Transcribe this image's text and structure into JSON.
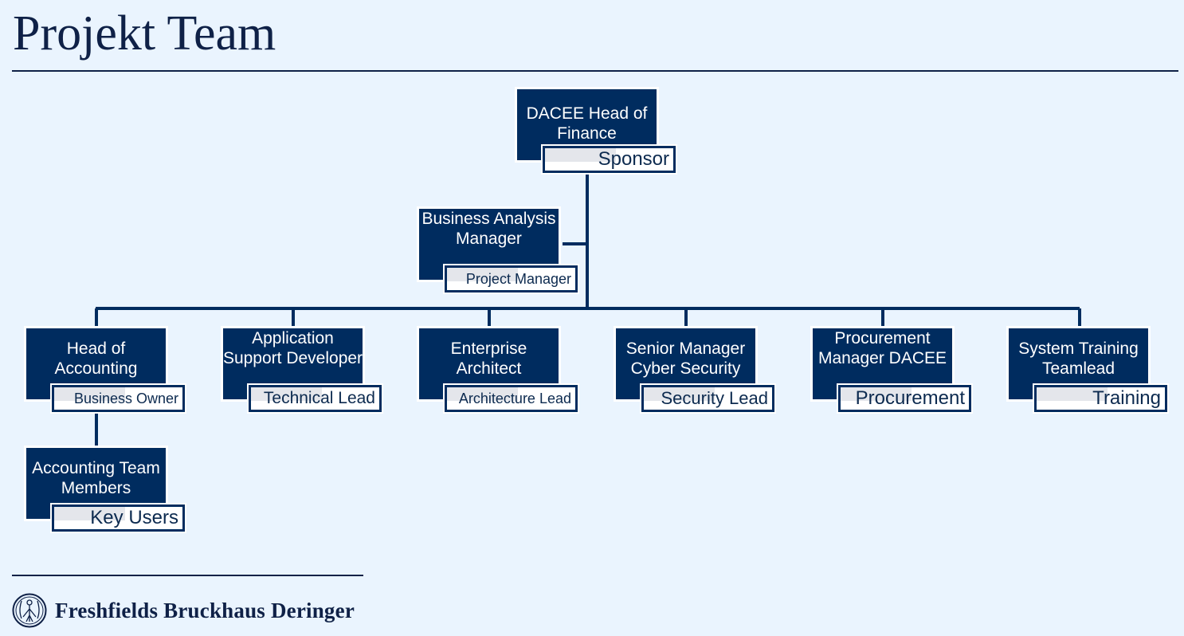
{
  "page": {
    "title": "Projekt Team",
    "logo_text": "Freshfields Bruckhaus Deringer"
  },
  "colors": {
    "background": "#EAF4FE",
    "box_fill": "#002C5F",
    "line": "#002C5F",
    "title": "#0F2147"
  },
  "org_chart": {
    "sponsor": {
      "name": "DACEE Head of Finance",
      "role": "Sponsor"
    },
    "assistant": {
      "name": "Business Analysis Manager",
      "role": "Project Manager"
    },
    "leads": [
      {
        "name": "Head of Accounting",
        "role": "Business Owner"
      },
      {
        "name": "Application Support Developer",
        "role": "Technical Lead"
      },
      {
        "name": "Enterprise Architect",
        "role": "Architecture Lead"
      },
      {
        "name": "Senior Manager Cyber Security",
        "role": "Security Lead"
      },
      {
        "name": "Procurement Manager DACEE",
        "role": "Procurement"
      },
      {
        "name": "System Training Teamlead",
        "role": "Training"
      }
    ],
    "sub": {
      "name": "Accounting Team Members",
      "role": "Key Users"
    }
  }
}
